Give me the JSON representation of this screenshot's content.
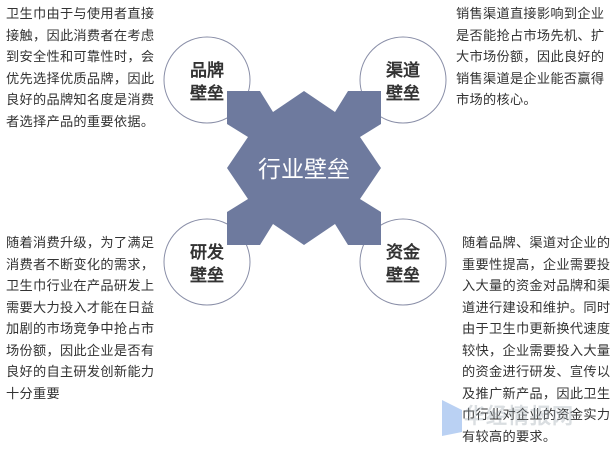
{
  "center": {
    "label": "行业壁垒",
    "color": "#6e7a9e"
  },
  "barriers": [
    {
      "line1": "品牌",
      "line2": "壁垒",
      "text": "卫生巾由于与使用者直接接触，因此消费者在考虑到安全性和可靠性时，会优先选择优质品牌，因此良好的品牌知名度是消费者选择产品的重要依据。"
    },
    {
      "line1": "渠道",
      "line2": "壁垒",
      "text": "销售渠道直接影响到企业是否能抢占市场先机、扩大市场份额，因此良好的销售渠道是企业能否赢得市场的核心。"
    },
    {
      "line1": "研发",
      "line2": "壁垒",
      "text": "随着消费升级，为了满足消费者不断变化的需求，卫生巾行业在产品研发上需要大力投入才能在日益加剧的市场竞争中抢占市场份额，因此企业是否有良好的自主研发创新能力十分重要"
    },
    {
      "line1": "资金",
      "line2": "壁垒",
      "text": "随着品牌、渠道对企业的重要性提高，企业需要投入大量的资金对品牌和渠道进行建设和维护。同时由于卫生巾更新换代速度较快，企业需要投入大量的资金进行研发、宣传以及推广新产品，因此卫生巾行业对企业的资金实力有较高的要求。"
    }
  ],
  "watermark": "华经情报网"
}
